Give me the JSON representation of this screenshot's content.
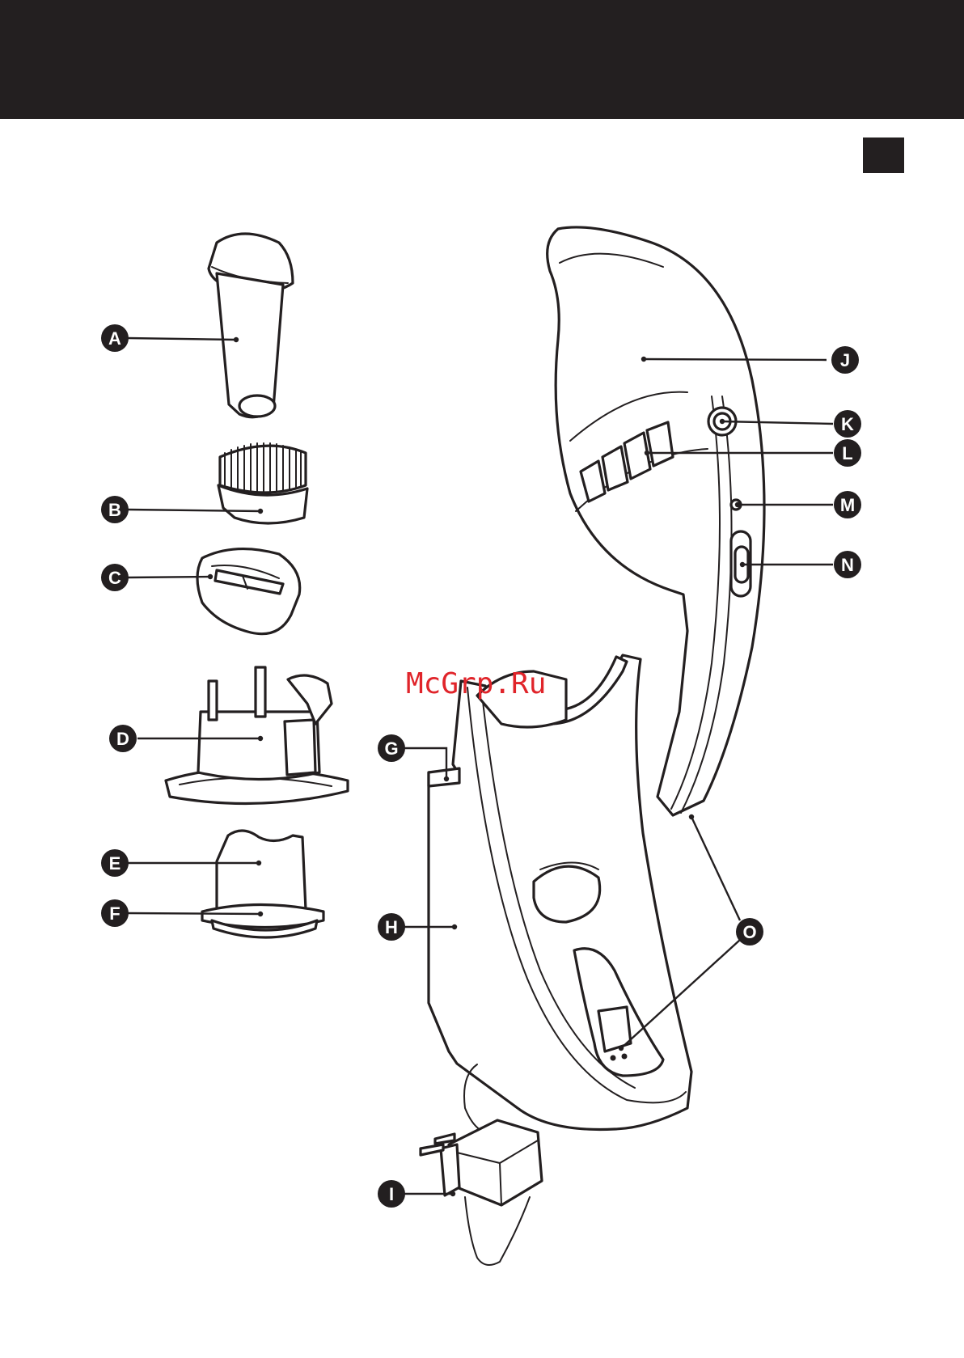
{
  "watermark": "McGrp.Ru",
  "callouts": [
    {
      "id": "A",
      "label": "A"
    },
    {
      "id": "B",
      "label": "B"
    },
    {
      "id": "C",
      "label": "C"
    },
    {
      "id": "D",
      "label": "D"
    },
    {
      "id": "E",
      "label": "E"
    },
    {
      "id": "F",
      "label": "F"
    },
    {
      "id": "G",
      "label": "G"
    },
    {
      "id": "H",
      "label": "H"
    },
    {
      "id": "I",
      "label": "I"
    },
    {
      "id": "J",
      "label": "J"
    },
    {
      "id": "K",
      "label": "K"
    },
    {
      "id": "L",
      "label": "L"
    },
    {
      "id": "M",
      "label": "M"
    },
    {
      "id": "N",
      "label": "N"
    },
    {
      "id": "O",
      "label": "O"
    }
  ],
  "colors": {
    "ink": "#231f20",
    "watermark": "#e0242a",
    "background": "#ffffff"
  }
}
